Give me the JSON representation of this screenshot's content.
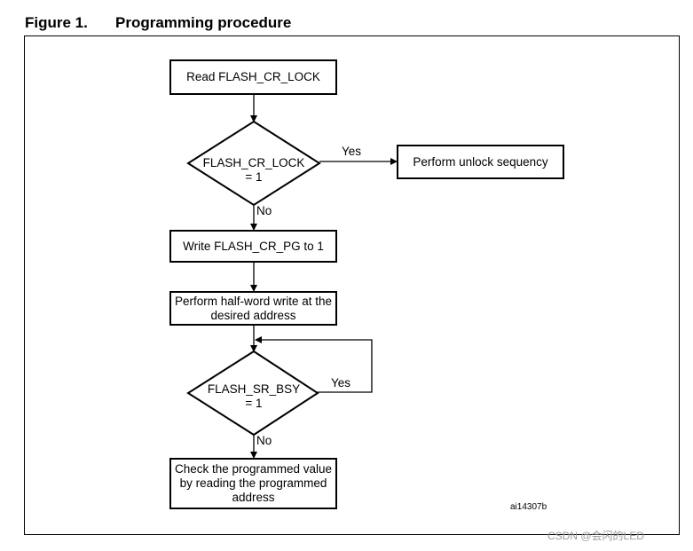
{
  "figure": {
    "number": "Figure 1.",
    "title": "Programming procedure"
  },
  "steps": {
    "read_lock": "Read FLASH_CR_LOCK",
    "unlock": "Perform unlock sequency",
    "write_pg": "Write FLASH_CR_PG to 1",
    "halfword_line1": "Perform half-word write at the",
    "halfword_line2": "desired address",
    "check_line1": "Check the programmed value",
    "check_line2": "by reading the programmed",
    "check_line3": "address"
  },
  "decisions": {
    "lock_line1": "FLASH_CR_LOCK",
    "lock_line2": "= 1",
    "bsy_line1": "FLASH_SR_BSY",
    "bsy_line2": "= 1"
  },
  "labels": {
    "yes_lock": "Yes",
    "no_lock": "No",
    "yes_bsy": "Yes",
    "no_bsy": "No"
  },
  "reference": "ai14307b",
  "watermark": "CSDN @会闪的LED"
}
